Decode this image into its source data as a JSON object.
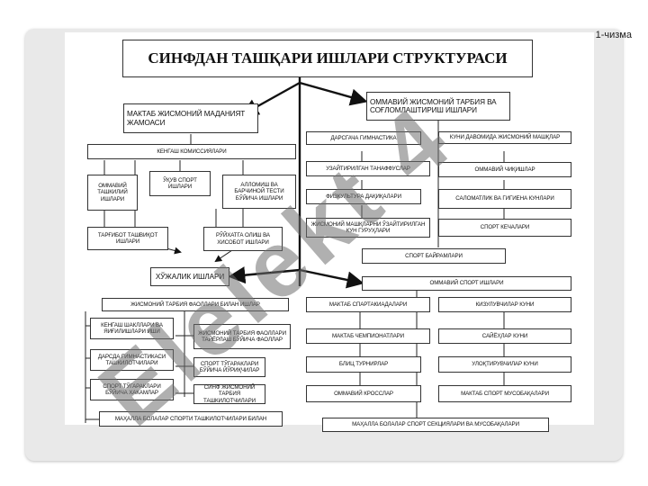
{
  "slide_number": "1-чизма",
  "title": "СИНФДАН ТАШҚАРИ ИШЛАРИ СТРУКТУРАСИ",
  "watermark": "Elelekt 4",
  "left": {
    "head": "МАКТАБ ЖИСМОНИЙ МАДАНИЯТ ЖАМОАСИ",
    "council": "КЕНГАШ КОМИССИЯЛАРИ",
    "commissions": [
      "ОММАВИЙ ТАШКИЛИЙ ИШЛАРИ",
      "ЎҚУВ СПОРТ ИШЛАРИ",
      "АЛЛОМИШ ВА БАРЧИНОЙ ТЕСТИ БЎЙИЧА ИШЛАРИ"
    ],
    "propaganda": "ТАРҒИБОТ ТАШВИҚОТ ИШЛАРИ",
    "finance": "РЎЙХАТГА ОЛИШ ВА ХИСОБОТ ИШЛАРИ",
    "household": "ХЎЖАЛИК ИШЛАРИ",
    "sub_head": "ЖИСМОНИЙ ТАРБИЯ ФАОЛЛАРИ БИЛАН ИШЛАР",
    "col1": [
      "КЕНГАШ ШАКЛЛАРИ ВА ЯИҒИЛИШЛАРИ ИШИ",
      "ДАРСДА ГИМНАСТИКАСИ ТАШКИЛОТЧИЛАРИ",
      "СПОРТ ТЎГАРАКЛАРИ БЎЙИЧА ХАКАМЛАР"
    ],
    "col2": [
      "ЖИСМОНИЙ ТАРБИЯ ФАОЛЛАРИ ТАЙЁРЛАШ БЎЙИЧА ФАОЛЛАР",
      "СПОРТ ТЎГАРАКЛАРИ БЎЙИЧА ЙЎРИҚЧИЛАР",
      "СИНФ ЖИСМОНИЙ ТАРБИЯ ТАШКИЛОТЧИЛАРИ"
    ],
    "bottom": "МАҲАЛЛА БОЛАЛАР СПОРТИ ТАШКИЛОТЧИЛАРИ БИЛАН"
  },
  "right": {
    "head": "ОММАВИЙ ЖИСМОНИЙ ТАРБИЯ ВА СОҒЛОМЛАШТИРИШ ИШЛАРИ",
    "col1": [
      "ДАРСГАЧА ГИМНАСТИКА",
      "УЗАЙТИРИЛГАН ТАНАФФУСЛАР",
      "ФИЗКУЛЬТУРА ДАҚИҚАЛАРИ",
      "ЖИСМОНИЙ МАШҚЛАРНИ ЎЗАЙТИРИЛГАН КУН ГУРУҲЛАРИ"
    ],
    "col2": [
      "КУНИ ДАВОМИДА ЖИСМОНИЙ МАШҚЛАР",
      "ОММАВИЙ ЧИҚИШЛАР",
      "САЛОМАТЛИК ВА ГИГИЕНА КУНЛАРИ",
      "СПОРТ КЕЧАЛАРИ"
    ],
    "spartak": "СПОРТ БАЙРАМЛАРИ",
    "mass_sport": "ОММАВИЙ СПОРТ ИШЛАРИ",
    "col3": [
      "МАКТАБ СПАРТАКИАДАЛАРИ",
      "МАКТАБ ЧЕМПИОНАТЛАРИ",
      "БЛИЦ ТУРНИРЛАР",
      "ОММАВИЙ КРОССЛАР"
    ],
    "col4": [
      "КИЗУЛУВЧИЛАР КУНИ",
      "САЙЁҲЛАР КУНИ",
      "УЛОҚТИРУВЧИЛАР КУНИ",
      "МАКТАБ СПОРТ МУСОБАҚАЛАРИ"
    ],
    "bottom": "МАҲАЛЛА БОЛАЛАР СПОРТ СЕКЦИЯЛАРИ ВА МУСОБАҚАЛАРИ"
  }
}
